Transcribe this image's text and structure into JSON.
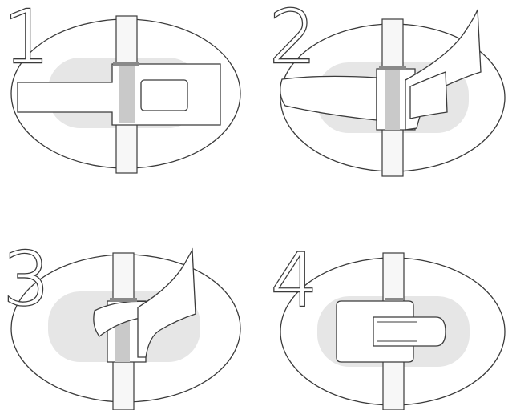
{
  "steps": [
    {
      "number": "1"
    },
    {
      "number": "2"
    },
    {
      "number": "3"
    },
    {
      "number": "4"
    }
  ],
  "colors": {
    "outline": "#3b3b3b",
    "pad": "#e6e6e6",
    "tube": "#f7f7f7",
    "tube_shade": "#c9c9c9",
    "band": "#8a8a8a",
    "background": "#ffffff"
  }
}
